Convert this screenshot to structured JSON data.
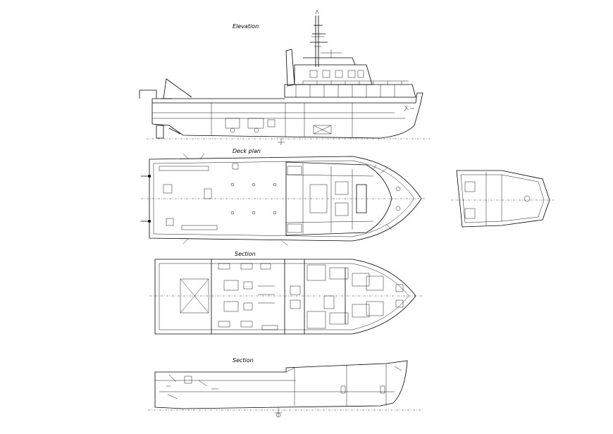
{
  "views": [
    {
      "id": "elevation",
      "title": "Elevation"
    },
    {
      "id": "deck-plan",
      "title": "Deck plan"
    },
    {
      "id": "section-1",
      "title": "Section"
    },
    {
      "id": "section-2",
      "title": "Section"
    }
  ]
}
